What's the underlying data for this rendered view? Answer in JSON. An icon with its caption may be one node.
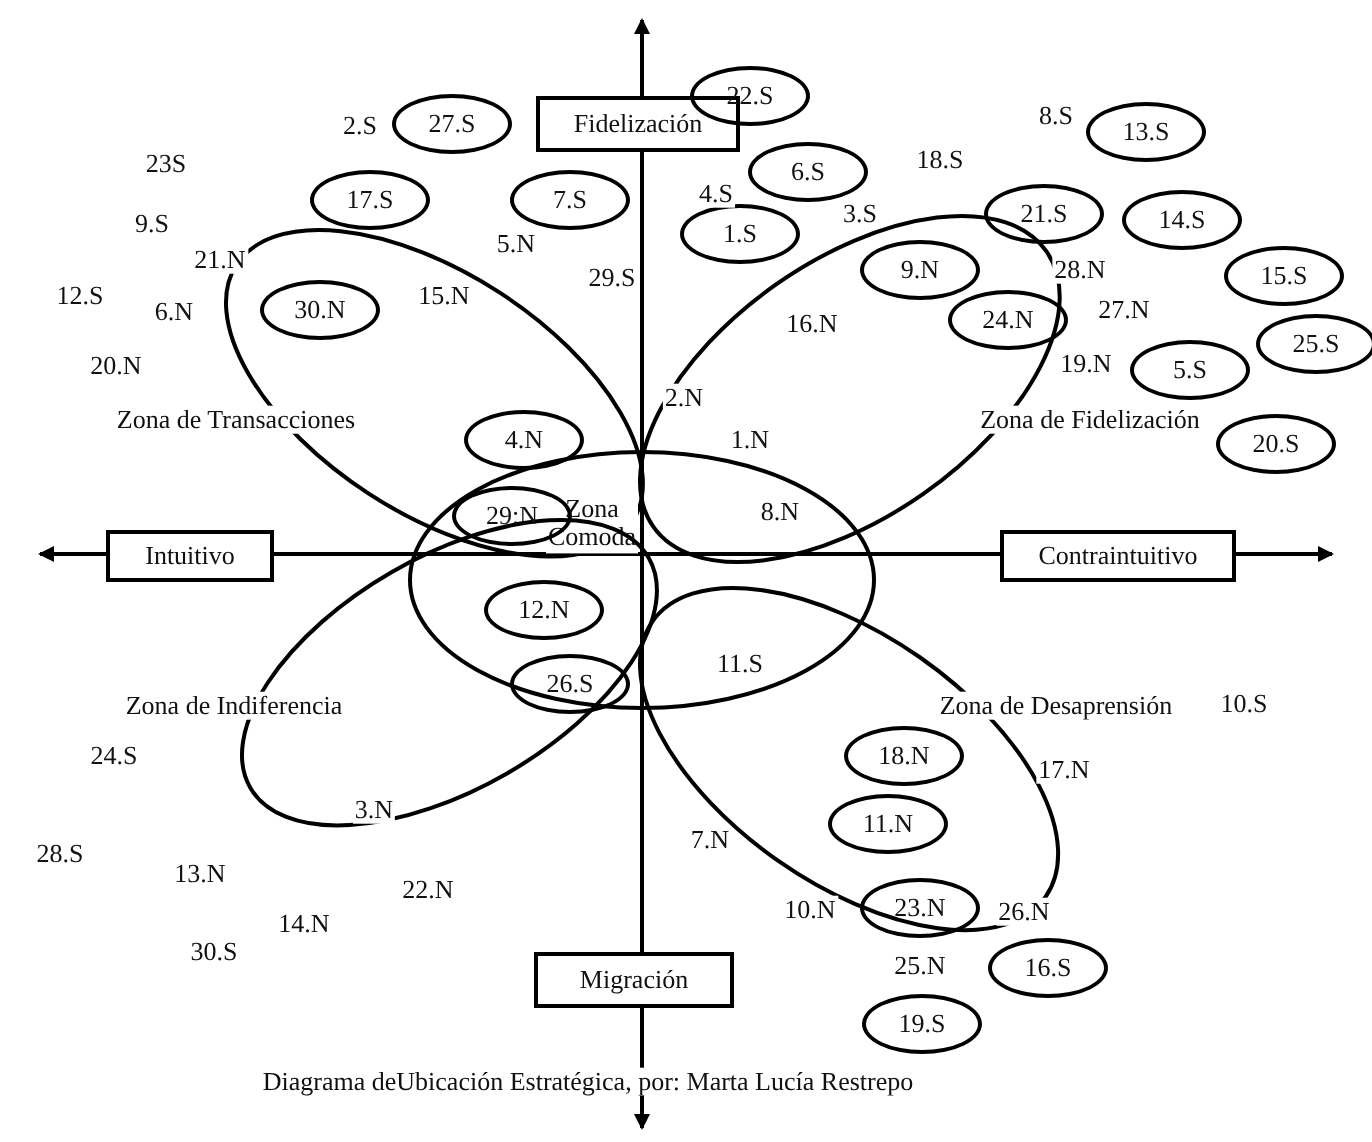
{
  "diagram": {
    "caption": "Diagrama deUbicación Estratégica, por: Marta Lucía Restrepo",
    "nodes": [
      {
        "text": [
          "Fidelización"
        ]
      },
      {
        "text": [
          "Intuitivo"
        ]
      },
      {
        "text": [
          "Contraintuitivo"
        ]
      },
      {
        "text": [
          "Migración"
        ]
      },
      {
        "text": [
          "Zona de Transacciones"
        ]
      },
      {
        "text": [
          "Zona de Fidelización"
        ]
      },
      {
        "text": [
          "Zona Comoda"
        ]
      },
      {
        "text": [
          "Zona de Indiferencia"
        ]
      },
      {
        "text": [
          "Zona de Desaprensión"
        ]
      },
      {
        "text": [
          "22.S"
        ]
      },
      {
        "text": [
          "27.S"
        ]
      },
      {
        "text": [
          "13.S"
        ]
      },
      {
        "text": [
          "6.S"
        ]
      },
      {
        "text": [
          "17.S"
        ]
      },
      {
        "text": [
          "7.S"
        ]
      },
      {
        "text": [
          "21.S"
        ]
      },
      {
        "text": [
          "14.S"
        ]
      },
      {
        "text": [
          "1.S"
        ]
      },
      {
        "text": [
          "9.N"
        ],
        "in": 5
      },
      {
        "text": [
          "15.S"
        ]
      },
      {
        "text": [
          "30.N"
        ],
        "in": 4
      },
      {
        "text": [
          "24.N"
        ]
      },
      {
        "text": [
          "25.S"
        ]
      },
      {
        "text": [
          "5.S"
        ]
      },
      {
        "text": [
          "4.N"
        ],
        "in": 4
      },
      {
        "text": [
          "20.S"
        ]
      },
      {
        "text": [
          "29:N"
        ]
      },
      {
        "text": [
          "12.N"
        ]
      },
      {
        "text": [
          "26.S"
        ],
        "in": 7
      },
      {
        "text": [
          "18.N"
        ],
        "in": 8
      },
      {
        "text": [
          "11.N"
        ],
        "in": 8
      },
      {
        "text": [
          "23.N"
        ]
      },
      {
        "text": [
          "16.S"
        ]
      },
      {
        "text": [
          "19.S"
        ]
      }
    ],
    "labels": [
      "8.S",
      "2.S",
      "18.S",
      "23S",
      "4.S",
      "3.S",
      "9.S",
      "5.N",
      "21.N",
      "28.N",
      "29.S",
      "15.N",
      "12.S",
      "27.N",
      "6.N",
      "16.N",
      "19.N",
      "20.N",
      "2.N",
      "1.N",
      "8.N",
      "11.S",
      "10.S",
      "24.S",
      "17.N",
      "3.N",
      "7.N",
      "28.S",
      "13.N",
      "22.N",
      "10.N",
      "26.N",
      "14.N",
      "30.S",
      "25.N"
    ]
  }
}
